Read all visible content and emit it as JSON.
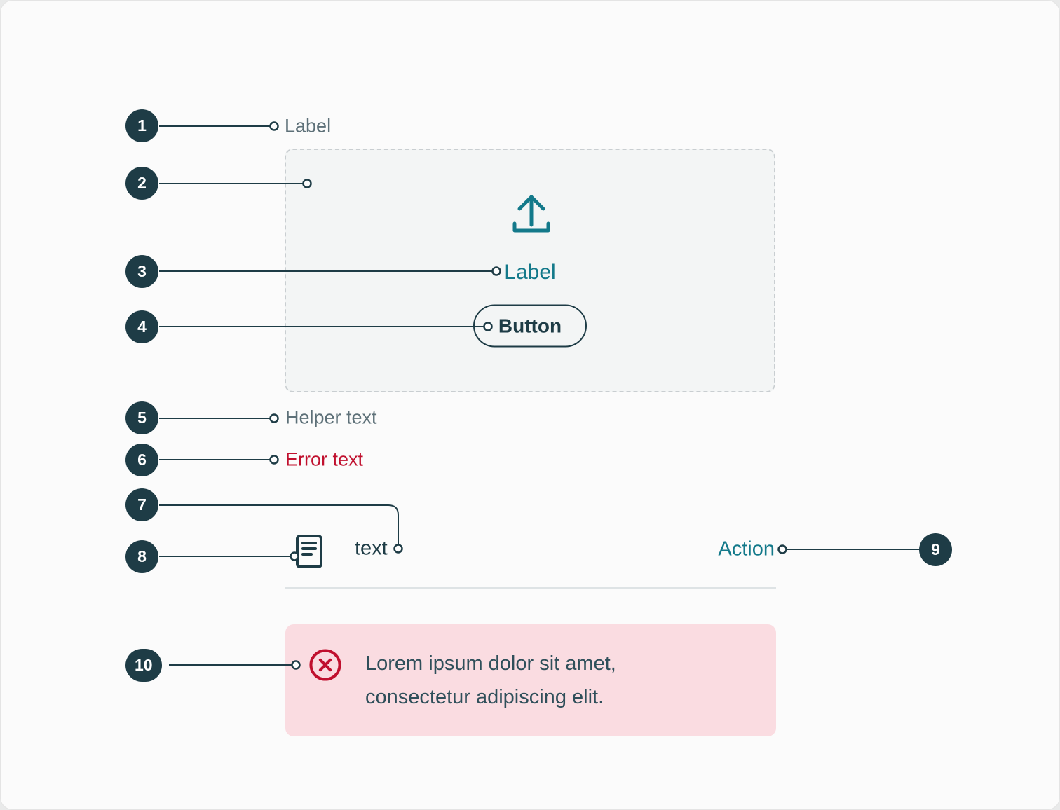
{
  "badges": [
    "1",
    "2",
    "3",
    "4",
    "5",
    "6",
    "7",
    "8",
    "9",
    "10"
  ],
  "component": {
    "label": "Label",
    "dropzone": {
      "label": "Label",
      "button_label": "Button"
    },
    "helper_text": "Helper text",
    "error_text": "Error text",
    "file_row": {
      "file_name": "text",
      "action_label": "Action"
    },
    "alert": {
      "message": "Lorem ipsum dolor sit amet, consectetur adipiscing elit."
    }
  },
  "colors": {
    "dark": "#1e3c46",
    "teal": "#13798a",
    "muted": "#5d7078",
    "error": "#c0102e",
    "alert_bg": "#fadce1",
    "alert_text": "#2f4f5a",
    "dropzone_bg": "#f3f5f5",
    "dropzone_border": "#c9ced1",
    "divider": "#dee3e5",
    "card_bg": "#fbfbfb"
  }
}
